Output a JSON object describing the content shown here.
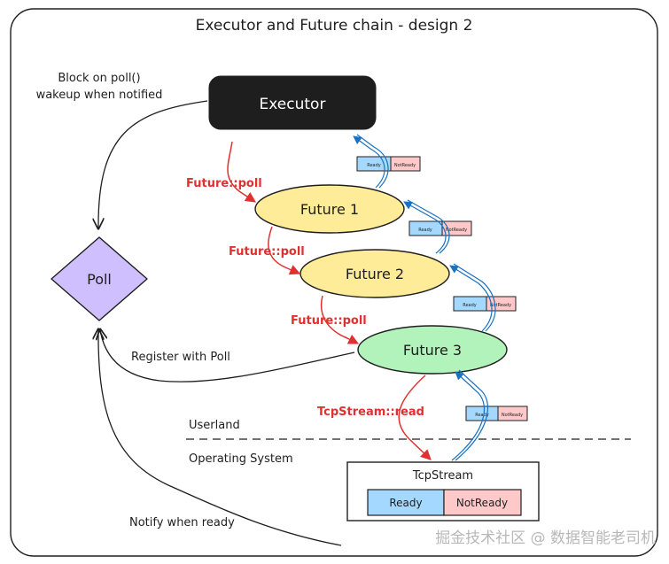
{
  "title": "Executor and Future chain - design 2",
  "annotations": {
    "block_on_poll": "Block on poll()",
    "wakeup_notified": "wakeup when notified",
    "register_with_poll": "Register with Poll",
    "notify_when_ready": "Notify when ready",
    "userland": "Userland",
    "operating_system": "Operating System"
  },
  "nodes": {
    "executor": "Executor",
    "poll": "Poll",
    "future1": "Future 1",
    "future2": "Future 2",
    "future3": "Future 3",
    "tcpstream": "TcpStream"
  },
  "calls": {
    "poll1": "Future::poll",
    "poll2": "Future::poll",
    "poll3": "Future::poll",
    "tcp_read": "TcpStream::read"
  },
  "status": {
    "ready": "Ready",
    "not_ready": "NotReady"
  },
  "watermark": "掘金技术社区 @ 数据智能老司机",
  "colors": {
    "executor_fill": "#1e1e1e",
    "poll_fill": "#d0bfff",
    "future_fill": "#ffec99",
    "future3_fill": "#b2f2bb",
    "ready_fill": "#a5d8ff",
    "notready_fill": "#ffc9c9",
    "call_arrow": "#e03131",
    "return_arrow": "#1971c2"
  }
}
